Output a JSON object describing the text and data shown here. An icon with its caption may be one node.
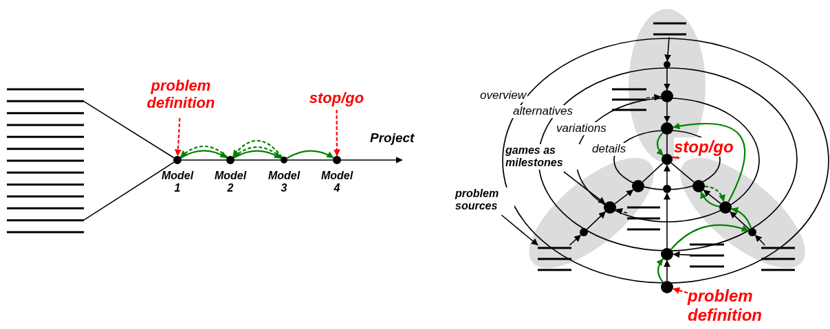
{
  "diagram": {
    "nodes": [
      {
        "text": [],
        "shape": "lines"
      },
      {
        "text": [
          "problem definition"
        ]
      },
      {
        "text": [
          "stop/go"
        ]
      },
      {
        "text": [],
        "shape": "circle",
        "beside": [
          "Model 1"
        ]
      },
      {
        "text": [],
        "shape": "circle",
        "beside": [
          "Model 2"
        ]
      },
      {
        "text": [],
        "shape": "circle",
        "beside": [
          "Model 3"
        ]
      },
      {
        "text": [],
        "shape": "circle",
        "beside": [
          "Model 4"
        ]
      },
      {
        "text": [
          "games as milestones"
        ]
      },
      {
        "text": [
          "problem sources"
        ]
      },
      {
        "text": [
          "stop/go"
        ]
      },
      {
        "text": [
          "problem definition"
        ]
      },
      {
        "text": [],
        "shape": "lines"
      },
      {
        "text": [],
        "shape": "lines"
      },
      {
        "text": [],
        "shape": "lines"
      },
      {
        "text": [],
        "shape": "lines"
      },
      {
        "text": [],
        "shape": "lines"
      },
      {
        "text": [],
        "shape": "lines"
      },
      {
        "text": [],
        "shape": "circle"
      },
      {
        "text": [],
        "shape": "circle"
      },
      {
        "text": [],
        "shape": "circle"
      },
      {
        "text": [],
        "shape": "circle"
      },
      {
        "text": [],
        "shape": "circle"
      },
      {
        "text": [],
        "shape": "circle"
      },
      {
        "text": [],
        "shape": "circle"
      },
      {
        "text": [],
        "shape": "circle"
      },
      {
        "text": [],
        "shape": "circle"
      },
      {
        "text": [],
        "shape": "circle"
      },
      {
        "text": [],
        "shape": "circle"
      },
      {
        "text": [],
        "shape": "circle"
      },
      {
        "text": [],
        "shape": "circle"
      }
    ],
    "edges": [
      {
        "from": 0,
        "to": 3,
        "arrow": "none"
      },
      {
        "from": 0,
        "to": 3,
        "arrow": "none"
      },
      {
        "from": 3,
        "to": 4,
        "arrow": "none"
      },
      {
        "from": 4,
        "to": 5,
        "arrow": "none"
      },
      {
        "from": 5,
        "to": 6,
        "arrow": "none"
      },
      {
        "from": 6,
        "to": null,
        "arrow": "to"
      },
      {
        "from": 1,
        "to": 3,
        "arrow": "to",
        "style": "dashed",
        "color": "#ff0000"
      },
      {
        "from": 2,
        "to": 6,
        "arrow": "to",
        "style": "dashed",
        "color": "#ff0000"
      },
      {
        "from": 3,
        "to": 4,
        "arrow": "to",
        "color": "#008000"
      },
      {
        "from": 4,
        "to": 3,
        "arrow": "to",
        "style": "dashed",
        "color": "#008000"
      },
      {
        "from": 4,
        "to": 5,
        "arrow": "to",
        "color": "#008000"
      },
      {
        "from": 5,
        "to": 4,
        "arrow": "to",
        "style": "dashed",
        "color": "#008000"
      },
      {
        "from": 5,
        "to": 4,
        "arrow": "to",
        "style": "dashed",
        "color": "#008000"
      },
      {
        "from": 5,
        "to": 6,
        "arrow": "to",
        "color": "#008000"
      },
      {
        "from": 11,
        "to": 17,
        "arrow": "to"
      },
      {
        "from": 17,
        "to": 18,
        "arrow": "to"
      },
      {
        "from": 18,
        "to": 19,
        "arrow": "to"
      },
      {
        "from": 19,
        "to": 20,
        "arrow": "none"
      },
      {
        "from": 12,
        "to": 18,
        "arrow": "to",
        "style": "dashed"
      },
      {
        "from": 23,
        "to": 22,
        "arrow": "to"
      },
      {
        "from": 22,
        "to": 21,
        "arrow": "to"
      },
      {
        "from": 21,
        "to": 20,
        "arrow": "to"
      },
      {
        "from": 14,
        "to": 26,
        "arrow": "to"
      },
      {
        "from": 26,
        "to": 25,
        "arrow": "to"
      },
      {
        "from": 25,
        "to": 24,
        "arrow": "to"
      },
      {
        "from": 24,
        "to": 20,
        "arrow": "none"
      },
      {
        "from": 16,
        "to": 29,
        "arrow": "to"
      },
      {
        "from": 29,
        "to": 28,
        "arrow": "to"
      },
      {
        "from": 28,
        "to": 27,
        "arrow": "to"
      },
      {
        "from": 27,
        "to": 20,
        "arrow": "none"
      },
      {
        "from": 13,
        "to": 25,
        "arrow": "to",
        "style": "dashed"
      },
      {
        "from": 15,
        "to": 22,
        "arrow": "to"
      },
      {
        "from": 7,
        "to": 25,
        "arrow": "to"
      },
      {
        "from": 8,
        "to": 14,
        "arrow": "to"
      },
      {
        "from": 9,
        "to": 20,
        "arrow": "to",
        "style": "dashed",
        "color": "#ff0000"
      },
      {
        "from": 10,
        "to": 23,
        "arrow": "to",
        "style": "dashed",
        "color": "#ff0000"
      },
      {
        "from": 19,
        "to": 20,
        "arrow": "to",
        "color": "#008000"
      },
      {
        "from": 28,
        "to": 19,
        "arrow": "to",
        "color": "#008000"
      },
      {
        "from": 27,
        "to": 28,
        "arrow": "to",
        "style": "dashed",
        "color": "#008000"
      },
      {
        "from": 28,
        "to": 27,
        "arrow": "to",
        "color": "#008000"
      },
      {
        "from": 29,
        "to": 28,
        "arrow": "to",
        "color": "#008000"
      },
      {
        "from": 22,
        "to": 29,
        "arrow": "to",
        "color": "#008000"
      },
      {
        "from": 23,
        "to": 22,
        "arrow": "to",
        "color": "#008000"
      }
    ],
    "labels": [
      "Project",
      "overview",
      "alternatives",
      "variations",
      "details"
    ]
  }
}
